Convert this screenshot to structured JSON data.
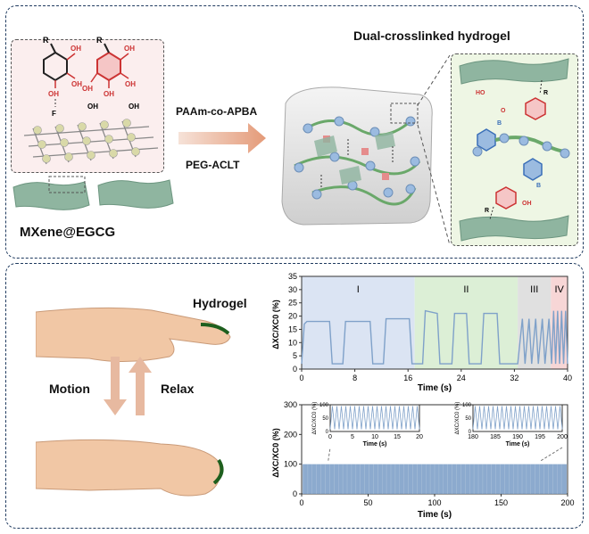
{
  "top": {
    "reagent_top": "PAAm-co-APBA",
    "reagent_bottom": "PEG-ACLT",
    "hydrogel_title": "Dual-crosslinked hydrogel",
    "mxene_label": "MXene@EGCG",
    "mol_labels": {
      "r": "R",
      "oh": "OH",
      "f": "F",
      "b": "B",
      "o": "O",
      "ho": "HO"
    }
  },
  "bottom": {
    "hydrogel_label": "Hydrogel",
    "motion_label": "Motion",
    "relax_label": "Relax"
  },
  "colors": {
    "frame": "#1f3a5f",
    "sheet": "#8fb5a0",
    "arrow": "#e7a88a",
    "series": "#7fa1c9",
    "zone1": "#dbe4f3",
    "zone2": "#dcefd6",
    "zone3": "#e0e0e0",
    "zone4": "#f7d6d6"
  },
  "chart_data": [
    {
      "type": "line",
      "xlabel": "Time (s)",
      "ylabel": "ΔXC/XC0 (%)",
      "xlim": [
        0,
        40
      ],
      "ylim": [
        0,
        35
      ],
      "xticks": [
        0,
        8,
        16,
        24,
        32,
        40
      ],
      "yticks": [
        0,
        5,
        10,
        15,
        20,
        25,
        30,
        35
      ],
      "zones": [
        {
          "label": "I",
          "from": 0,
          "to": 17
        },
        {
          "label": "II",
          "from": 17,
          "to": 32.5
        },
        {
          "label": "III",
          "from": 32.5,
          "to": 37.5
        },
        {
          "label": "IV",
          "from": 37.5,
          "to": 40
        }
      ],
      "series": [
        {
          "x": [
            0,
            0.4,
            0.8,
            4.2,
            4.6,
            6.2,
            6.6,
            10.3,
            10.7,
            12.3,
            12.7,
            16.2,
            16.6,
            18.2,
            18.6,
            20.4,
            20.8,
            22.6,
            23,
            24.8,
            25.2,
            27,
            27.4,
            29.4,
            29.8,
            32.5,
            33.2,
            33.6,
            34.2,
            34.6,
            35.2,
            35.6,
            36.2,
            36.6,
            37.2,
            37.6,
            37.9,
            38.2,
            38.5,
            38.8,
            39.1,
            39.4,
            39.7,
            40
          ],
          "y": [
            2,
            17,
            18,
            18,
            2,
            2,
            18,
            18,
            2,
            2,
            19,
            19,
            2,
            2,
            22,
            21,
            2,
            2,
            21,
            21,
            2,
            2,
            21,
            21,
            2,
            2,
            19,
            2,
            19,
            2,
            19,
            2,
            19,
            2,
            19,
            2,
            22,
            2,
            22,
            2,
            22,
            2,
            22,
            2
          ]
        }
      ]
    },
    {
      "type": "line",
      "xlabel": "Time (s)",
      "ylabel": "ΔXC/XC0 (%)",
      "xlim": [
        0,
        200
      ],
      "ylim": [
        0,
        300
      ],
      "xticks": [
        0,
        50,
        100,
        150,
        200
      ],
      "yticks": [
        0,
        100,
        200,
        300
      ],
      "series": [
        {
          "description": "repeated 0–100% oscillation"
        }
      ],
      "insets": [
        {
          "xlim": [
            0,
            20
          ],
          "xticks": [
            0,
            5,
            10,
            15,
            20
          ],
          "ylim": [
            0,
            100
          ],
          "yticks": [
            0,
            50,
            100
          ],
          "xlabel": "Time (s)",
          "ylabel": "ΔXC/XC0 (%)"
        },
        {
          "xlim": [
            180,
            200
          ],
          "xticks": [
            180,
            185,
            190,
            195,
            200
          ],
          "ylim": [
            0,
            100
          ],
          "yticks": [
            0,
            50,
            100
          ],
          "xlabel": "Time (s)",
          "ylabel": "ΔXC/XC0 (%)"
        }
      ]
    }
  ]
}
